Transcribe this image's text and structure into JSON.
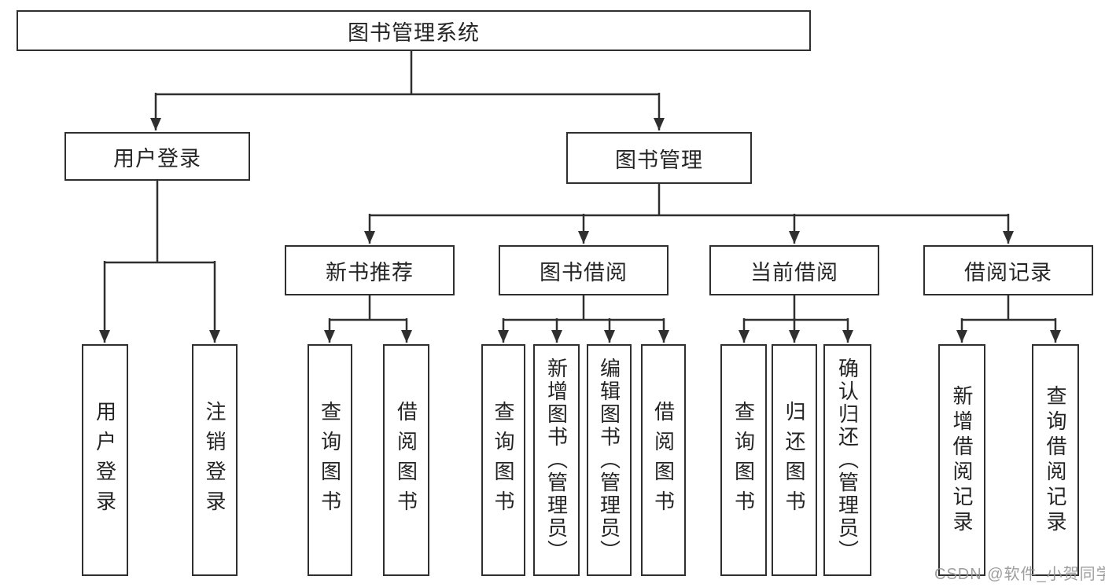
{
  "colors": {
    "line": "#2f2f2f",
    "box_border": "#2f2f2f",
    "text": "#242424",
    "watermark": "#949494",
    "background": "#ffffff"
  },
  "watermark": {
    "text": "CSDN @软件_小贺同学"
  },
  "tree": {
    "root": {
      "label": "图书管理系统",
      "children": [
        {
          "label": "用户登录",
          "children": [
            {
              "label": "用户登录"
            },
            {
              "label": "注销登录"
            }
          ]
        },
        {
          "label": "图书管理",
          "children": [
            {
              "label": "新书推荐",
              "children": [
                {
                  "label": "查询图书"
                },
                {
                  "label": "借阅图书"
                }
              ]
            },
            {
              "label": "图书借阅",
              "children": [
                {
                  "label": "查询图书"
                },
                {
                  "label": "新增图书（管理员）"
                },
                {
                  "label": "编辑图书（管理员）"
                },
                {
                  "label": "借阅图书"
                }
              ]
            },
            {
              "label": "当前借阅",
              "children": [
                {
                  "label": "查询图书"
                },
                {
                  "label": "归还图书"
                },
                {
                  "label": "确认归还（管理员）"
                }
              ]
            },
            {
              "label": "借阅记录",
              "children": [
                {
                  "label": "新增借阅记录"
                },
                {
                  "label": "查询借阅记录"
                }
              ]
            }
          ]
        }
      ]
    }
  }
}
